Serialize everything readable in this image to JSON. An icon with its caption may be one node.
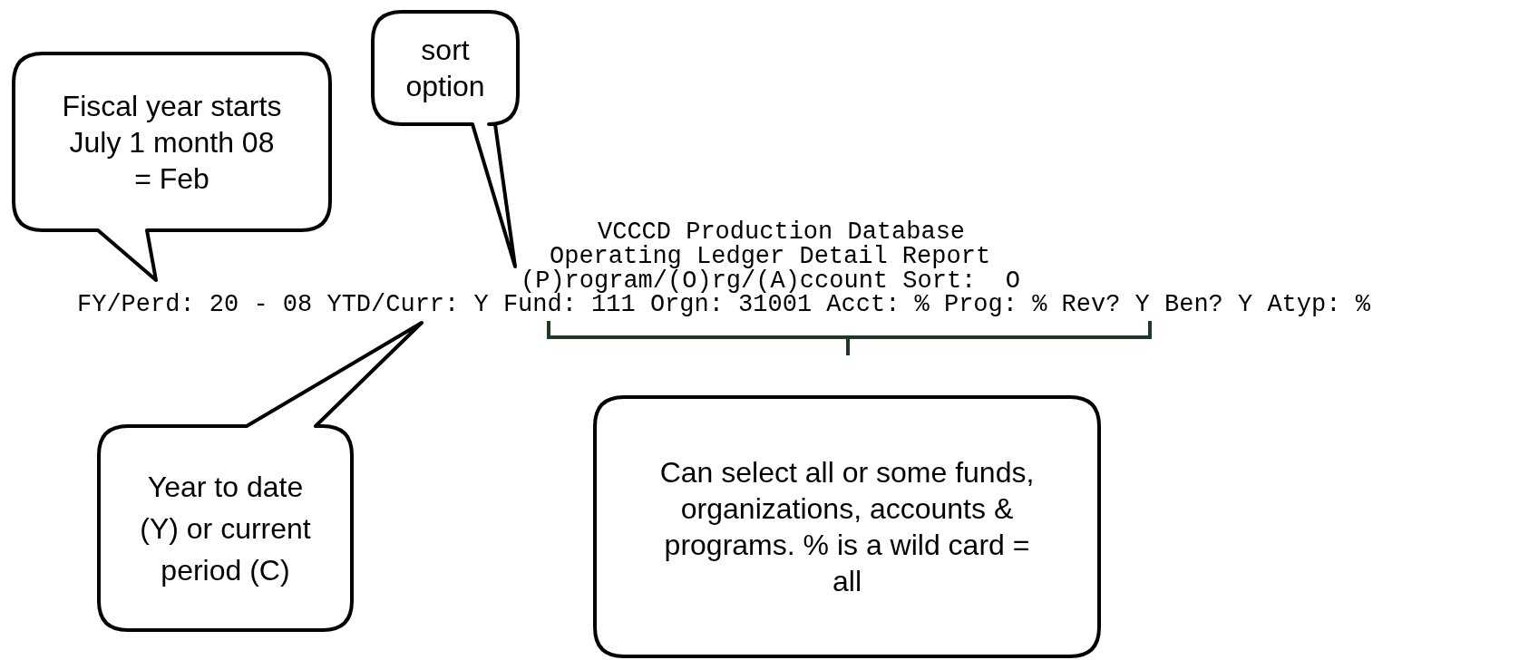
{
  "diagram": {
    "nodes": [
      {
        "text": [
          "Fiscal year starts July 1 month 08 = Feb"
        ]
      },
      {
        "text": [
          "sort option"
        ]
      },
      {
        "text": [
          "Year to date (Y) or current period (C)"
        ]
      },
      {
        "text": [
          "Can select all or some funds, organizations, accounts & programs. % is a wild card = all"
        ]
      }
    ],
    "labels": [
      "VCCCD Production Database",
      "Operating Ledger Detail Report",
      "(P)rogram/(O)rg/(A)ccount Sort:  O",
      "FY/Perd: 20 - 08 YTD/Curr: Y Fund: 111 Orgn: 31001 Acct: % Prog: % Rev? Y Ben? Y Atyp: %"
    ]
  }
}
